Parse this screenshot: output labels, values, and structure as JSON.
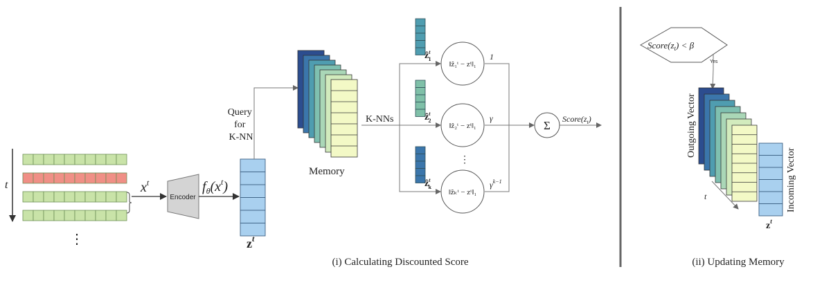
{
  "input": {
    "time_label": "t",
    "ellipsis": "⋮",
    "row_colors": [
      "#c9e3a8",
      "#f08f86",
      "#c9e3a8",
      "#c9e3a8"
    ],
    "highlight_row": 2
  },
  "encoder": {
    "input_label": "x",
    "input_sup": "t",
    "label": "Encoder",
    "output_label": "f",
    "output_sub": "θ",
    "output_arg": "(x",
    "output_arg_sup": "t",
    "output_arg_close": ")"
  },
  "embedding": {
    "label": "z",
    "label_sup": "t",
    "color": "#a9d0ef"
  },
  "query": {
    "lines": [
      "Query",
      "for",
      "K-NN"
    ]
  },
  "memory": {
    "label": "Memory",
    "knn_label": "K-NNs",
    "palette": [
      "#2c4d8f",
      "#3b76ab",
      "#4f9db0",
      "#7fc0b0",
      "#aad7b7",
      "#d2ebbd",
      "#f3f9c6"
    ]
  },
  "neighbors": [
    {
      "vec_label": "ẑ",
      "vec_sup": "t",
      "vec_sub": "1",
      "norm": "‖ẑ₁ᵗ − zᵗ‖₁",
      "weight": "1",
      "weight_sup": "",
      "color": "#4f9db0"
    },
    {
      "vec_label": "ẑ",
      "vec_sup": "t",
      "vec_sub": "2",
      "norm": "‖ẑ₂ᵗ − zᵗ‖₁",
      "weight": "γ",
      "weight_sup": "",
      "color": "#7fc0a8"
    },
    {
      "vec_label": "ẑ",
      "vec_sup": "t",
      "vec_sub": "k",
      "norm": "‖ẑₖᵗ − zᵗ‖₁",
      "weight": "γ",
      "weight_sup": "k−1",
      "color": "#3b76ab"
    }
  ],
  "neighbor_ellipsis": "⋮",
  "sum": {
    "symbol": "Σ",
    "output": "Score(z",
    "output_sub": "t",
    "output_close": ")"
  },
  "caption_left": "(i) Calculating Discounted Score",
  "update": {
    "condition": "Score(z",
    "condition_sub": "t",
    "condition_rest": ") < β",
    "yes_label": "Yes",
    "outgoing_label": "Outgoing Vector",
    "incoming_label": "Incoming Vector",
    "time_label": "t",
    "vector_label": "z",
    "vector_sup": "t",
    "incoming_color": "#a9d0ef"
  },
  "caption_right": "(ii) Updating Memory"
}
